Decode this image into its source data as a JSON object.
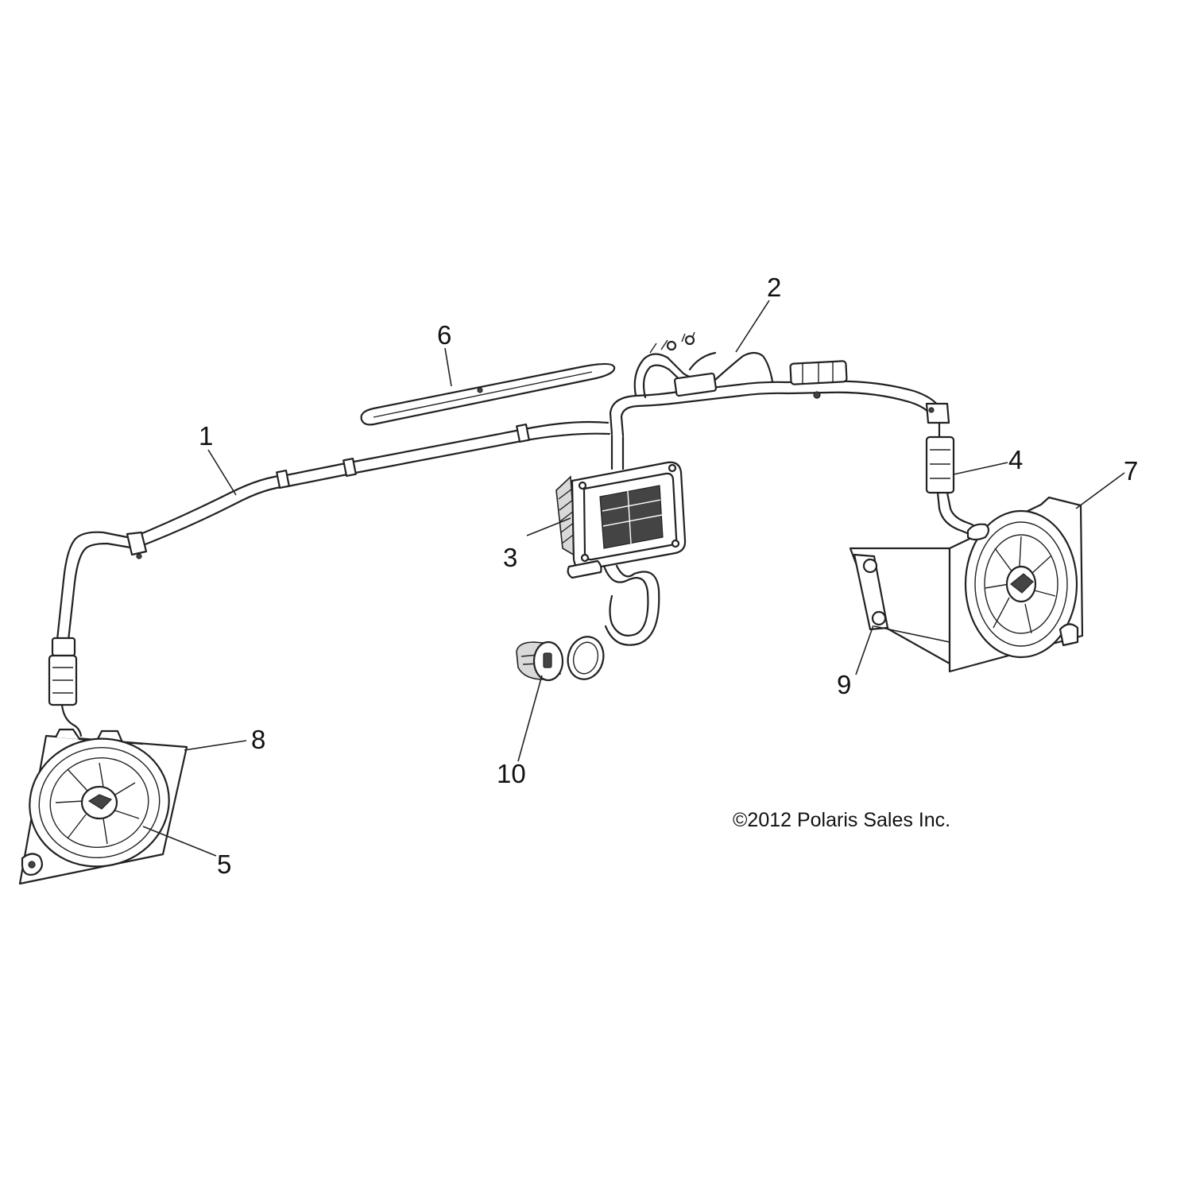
{
  "callouts": {
    "c1": "1",
    "c2": "2",
    "c3": "3",
    "c4": "4",
    "c5": "5",
    "c6": "6",
    "c7": "7",
    "c8": "8",
    "c9": "9",
    "c10": "10"
  },
  "copyright": "©2012 Polaris Sales Inc."
}
